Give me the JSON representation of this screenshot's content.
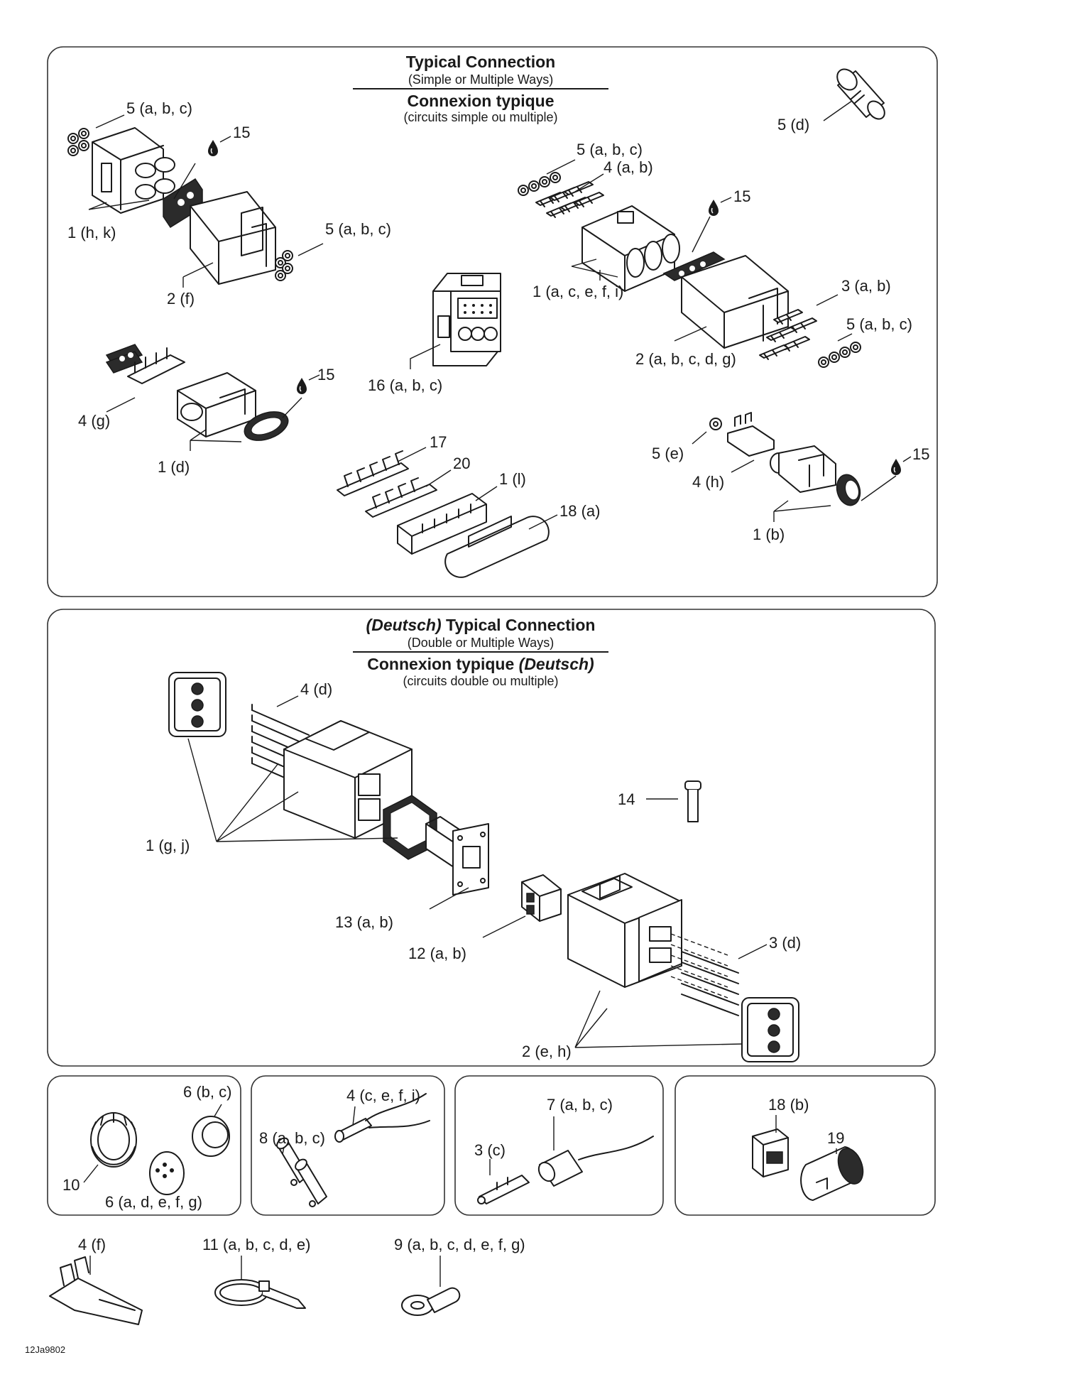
{
  "panels": {
    "top": {
      "title_en": "Typical Connection",
      "subtitle_en": "(Simple or Multiple Ways)",
      "title_fr": "Connexion typique",
      "subtitle_fr": "(circuits simple ou multiple)"
    },
    "middle": {
      "title_en_italic": "(Deutsch)",
      "title_en": "Typical Connection",
      "subtitle_en": "(Double or Multiple Ways)",
      "title_fr": "Connexion typique",
      "title_fr_italic": "(Deutsch)",
      "subtitle_fr": "(circuits double ou multiple)"
    }
  },
  "callouts": {
    "c_5abc_a": "5 (a, b, c)",
    "c_15_a": "15",
    "c_1hk": "1 (h, k)",
    "c_5abc_b": "5 (a, b, c)",
    "c_2f": "2 (f)",
    "c_5d": "5 (d)",
    "c_5abc_c": "5 (a, b, c)",
    "c_4ab": "4 (a, b)",
    "c_15_b": "15",
    "c_1acefi": "1 (a, c, e, f, i)",
    "c_3ab": "3 (a, b)",
    "c_5abc_d": "5 (a, b, c)",
    "c_2abcdg": "2 (a, b, c, d, g)",
    "c_16abc": "16 (a, b, c)",
    "c_15_c": "15",
    "c_4g": "4 (g)",
    "c_1d": "1 (d)",
    "c_17": "17",
    "c_20": "20",
    "c_1l": "1 (l)",
    "c_18a": "18 (a)",
    "c_5e": "5 (e)",
    "c_15_d": "15",
    "c_4h": "4 (h)",
    "c_1b": "1 (b)",
    "c_4d": "4 (d)",
    "c_1gj": "1 (g, j)",
    "c_14": "14",
    "c_13ab": "13 (a, b)",
    "c_12ab": "12 (a, b)",
    "c_3d": "3 (d)",
    "c_2eh": "2 (e, h)",
    "c_6bc": "6 (b, c)",
    "c_10": "10",
    "c_6adefg": "6 (a, d, e, f, g)",
    "c_4cefi": "4 (c, e, f, i)",
    "c_8abc": "8 (a, b, c)",
    "c_7abc": "7 (a, b, c)",
    "c_3c": "3 (c)",
    "c_18b": "18 (b)",
    "c_19": "19",
    "c_4f": "4 (f)",
    "c_11abcde": "11 (a, b, c, d, e)",
    "c_9abcdefg": "9 (a, b, c, d, e, f, g)"
  },
  "figure_ref": "12Ja9802",
  "icons": [
    "oil-drop-icon"
  ]
}
